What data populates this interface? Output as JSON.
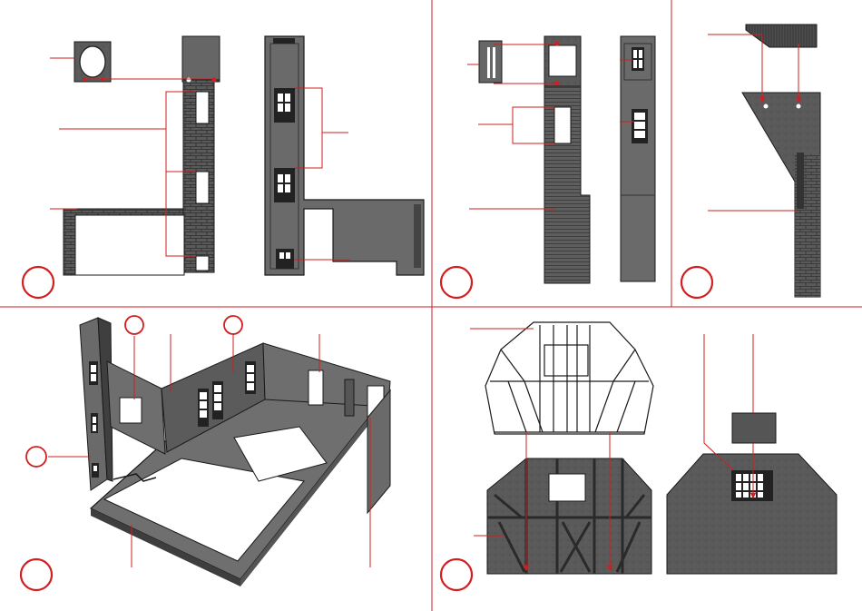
{
  "page": {
    "description_bound": "",
    "background": "#ffffff"
  },
  "colors": {
    "divider": "#d21e1e",
    "leader": "#d21e1e",
    "step_circle": "#d21e1e",
    "part_dark": "#4a4a4a",
    "part_mid": "#6a6a6a",
    "part_light": "#8d8d8d",
    "outline": "#1a1a1a",
    "window": "#ffffff"
  },
  "icons": {
    "step_marker": "step-circle-icon",
    "arrow": "arrowhead-icon"
  },
  "panels": [
    {
      "id": "panel-1",
      "position": "top-left"
    },
    {
      "id": "panel-2",
      "position": "top-middle"
    },
    {
      "id": "panel-3",
      "position": "top-right"
    },
    {
      "id": "panel-4",
      "position": "bottom-left"
    },
    {
      "id": "panel-5",
      "position": "bottom-right"
    }
  ]
}
